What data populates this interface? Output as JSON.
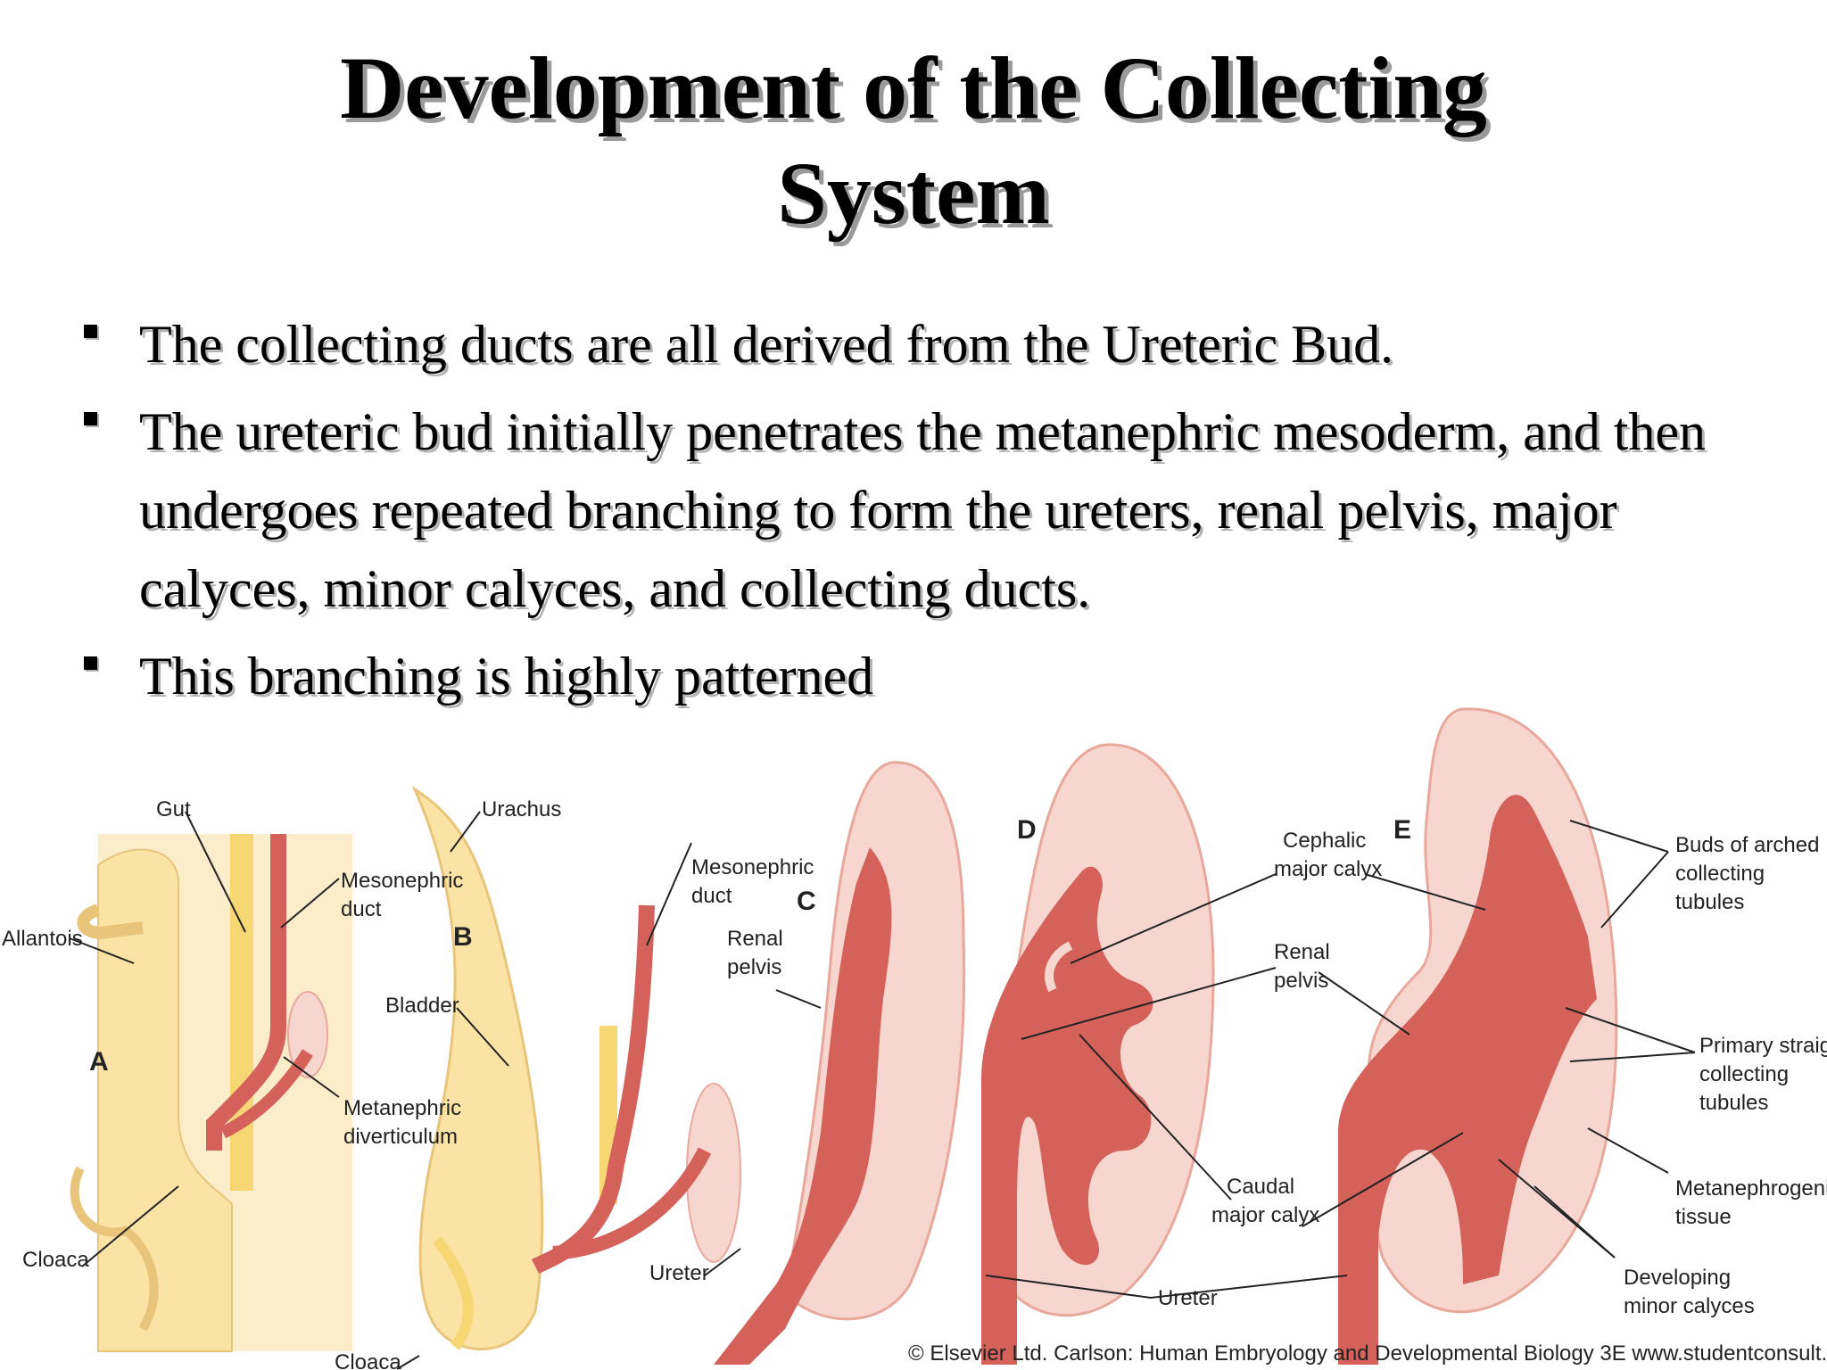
{
  "title": {
    "line1": "Development of the Collecting",
    "line2": "System"
  },
  "bullets": [
    "The collecting ducts are all derived from the Ureteric Bud.",
    "The ureteric bud initially penetrates the metanephric mesoderm, and then undergoes repeated branching to form the ureters, renal pelvis, major calyces, minor calyces, and collecting ducts.",
    "This branching is highly patterned"
  ],
  "figure": {
    "panels": [
      "A",
      "B",
      "C",
      "D",
      "E"
    ],
    "labels": {
      "gut": "Gut",
      "allantois": "Allantois",
      "mesonephric_duct_a": [
        "Mesonephric",
        "duct"
      ],
      "metanephric_diverticulum": [
        "Metanephric",
        "diverticulum"
      ],
      "cloaca_a": "Cloaca",
      "urachus": "Urachus",
      "bladder": "Bladder",
      "cloaca_b": "Cloaca",
      "mesonephric_duct_b": [
        "Mesonephric",
        "duct"
      ],
      "renal_pelvis_c": [
        "Renal",
        "pelvis"
      ],
      "ureter_c": "Ureter",
      "cephalic_major_calyx": [
        "Cephalic",
        "major calyx"
      ],
      "renal_pelvis_d": [
        "Renal",
        "pelvis"
      ],
      "caudal_major_calyx": [
        "Caudal",
        "major calyx"
      ],
      "ureter_de": "Ureter",
      "buds_of_arched": [
        "Buds of arched",
        "collecting",
        "tubules"
      ],
      "primary_straight": [
        "Primary straight",
        "collecting",
        "tubules"
      ],
      "metanephrogenic": [
        "Metanephrogenic",
        "tissue"
      ],
      "developing_minor": [
        "Developing",
        "minor calyces"
      ]
    },
    "credit": "© Elsevier Ltd. Carlson: Human Embryology and Developmental Biology 3E www.studentconsult.com"
  },
  "colors": {
    "duct_red": "#d4625a",
    "kidney_pink": "#f7d6cf",
    "kidney_edge": "#e8a89c",
    "yolk_yellow": "#fbe9b5",
    "gut_yellow": "#f6d774"
  }
}
